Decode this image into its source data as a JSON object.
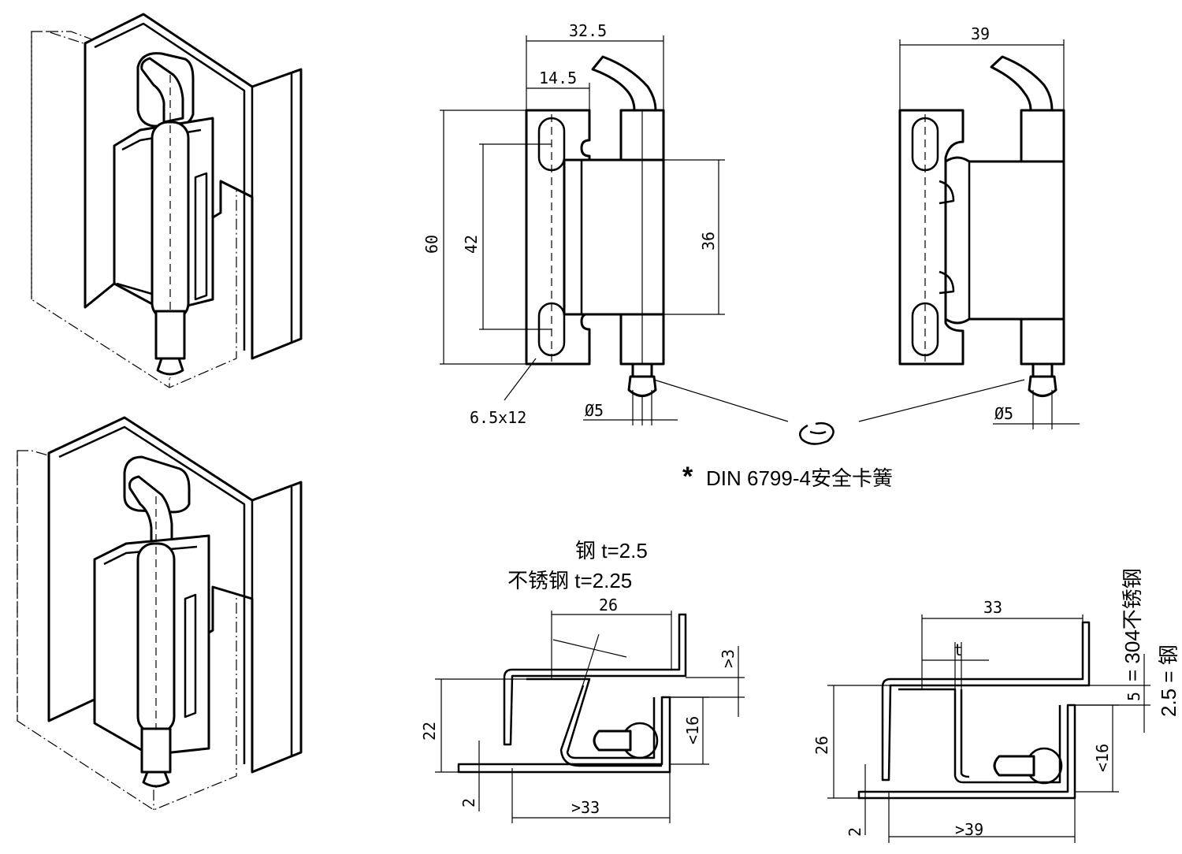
{
  "dimensions": {
    "front_width_total": "32.5",
    "front_width_plate": "14.5",
    "front_height_total": "60",
    "front_hole_pitch": "42",
    "front_leaf_height": "36",
    "front_slot_size": "6.5x12",
    "front_pin_dia": "Ø5",
    "back_width_total": "39",
    "back_pin_dia": "Ø5",
    "sec1_width_top": "26",
    "sec1_gap": ">3",
    "sec1_height": "22",
    "sec1_inner_height": "<16",
    "sec1_thickness": "2",
    "sec1_width_bottom": ">33",
    "sec2_width_top": "33",
    "sec2_t": "t",
    "sec2_gap": "5",
    "sec2_height": "26",
    "sec2_inner_height": "<16",
    "sec2_thickness": "2",
    "sec2_width_bottom": ">39"
  },
  "notes": {
    "circlip_note": "DIN 6799-4安全卡簧",
    "circlip_marker": "*",
    "thickness_steel": "钢 t=2.5",
    "thickness_stainless": "不锈钢 t=2.25",
    "gap_stainless": "= 304不锈钢",
    "gap_prefix_stainless": "5",
    "gap_steel": "2.5 = 钢"
  }
}
